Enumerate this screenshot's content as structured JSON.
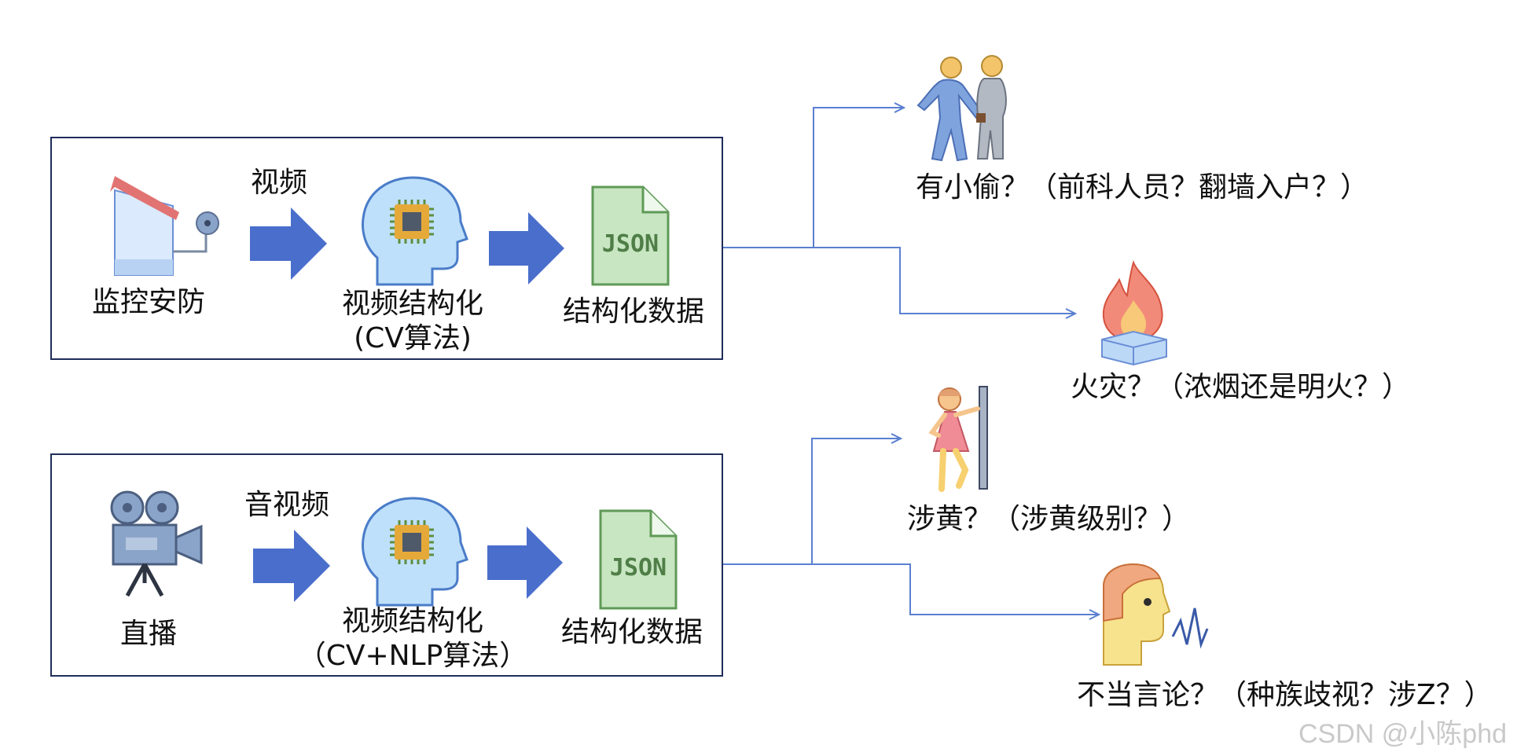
{
  "top_pipeline": {
    "source_label": "监控安防",
    "arrow1_label": "视频",
    "process_line1": "视频结构化",
    "process_line2": "(CV算法)",
    "output_label": "结构化数据",
    "json_text": "JSON"
  },
  "bottom_pipeline": {
    "source_label": "直播",
    "arrow1_label": "音视频",
    "process_line1": "视频结构化",
    "process_line2": "（CV+NLP算法）",
    "output_label": "结构化数据",
    "json_text": "JSON"
  },
  "outcomes": {
    "thief": "有小偷？（前科人员？翻墙入户？）",
    "fire": "火灾？（浓烟还是明火？）",
    "porn": "涉黄？（涉黄级别？）",
    "speech": "不当言论？（种族歧视？涉Z？）"
  },
  "watermark": "CSDN @小陈phd",
  "colors": {
    "arrow_blue": "#4a6ecb",
    "line_blue": "#5a7fd0",
    "panel_border": "#1f2d5a"
  }
}
